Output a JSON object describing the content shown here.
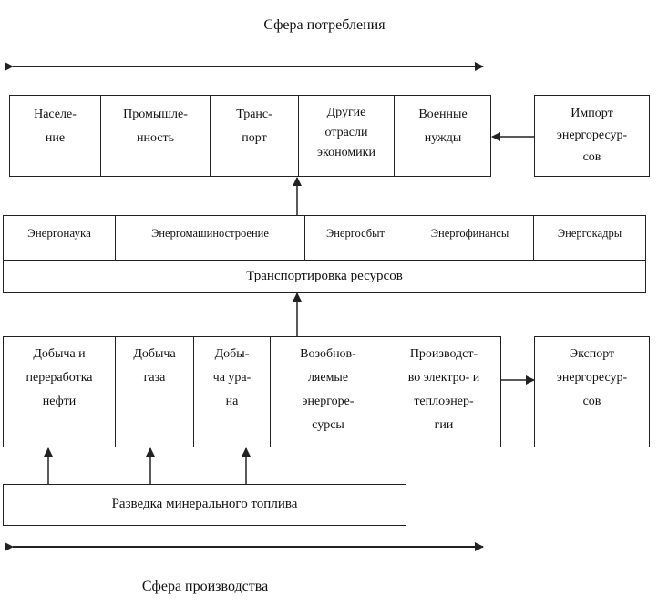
{
  "top_label": "Сфера потребления",
  "consumers": [
    "Населе-\nние",
    "Промышле-\nнность",
    "Транс-\nпорт",
    "Другие\nотрасли\nэкономики",
    "Военные\nнужды"
  ],
  "import_box": "Импорт\nэнергоресур-\nсов",
  "infrastructure": [
    "Энергонаука",
    "Энергомашиностроение",
    "Энергосбыт",
    "Энергофинансы",
    "Энергокадры"
  ],
  "transport_label": "Транспортировка ресурсов",
  "production": [
    "Добыча и\nпереработка\nнефти",
    "Добыча\nгаза",
    "Добы-\nча ура-\nна",
    "Возобнов-\nляемые\nэнергоре-\nсурсы",
    "Производст-\nво электро- и\nтеплоэнер-\nгии"
  ],
  "export_box": "Экспорт\nэнергоресур-\nсов",
  "exploration_label": "Разведка минерального топлива",
  "bottom_label": "Сфера производства"
}
